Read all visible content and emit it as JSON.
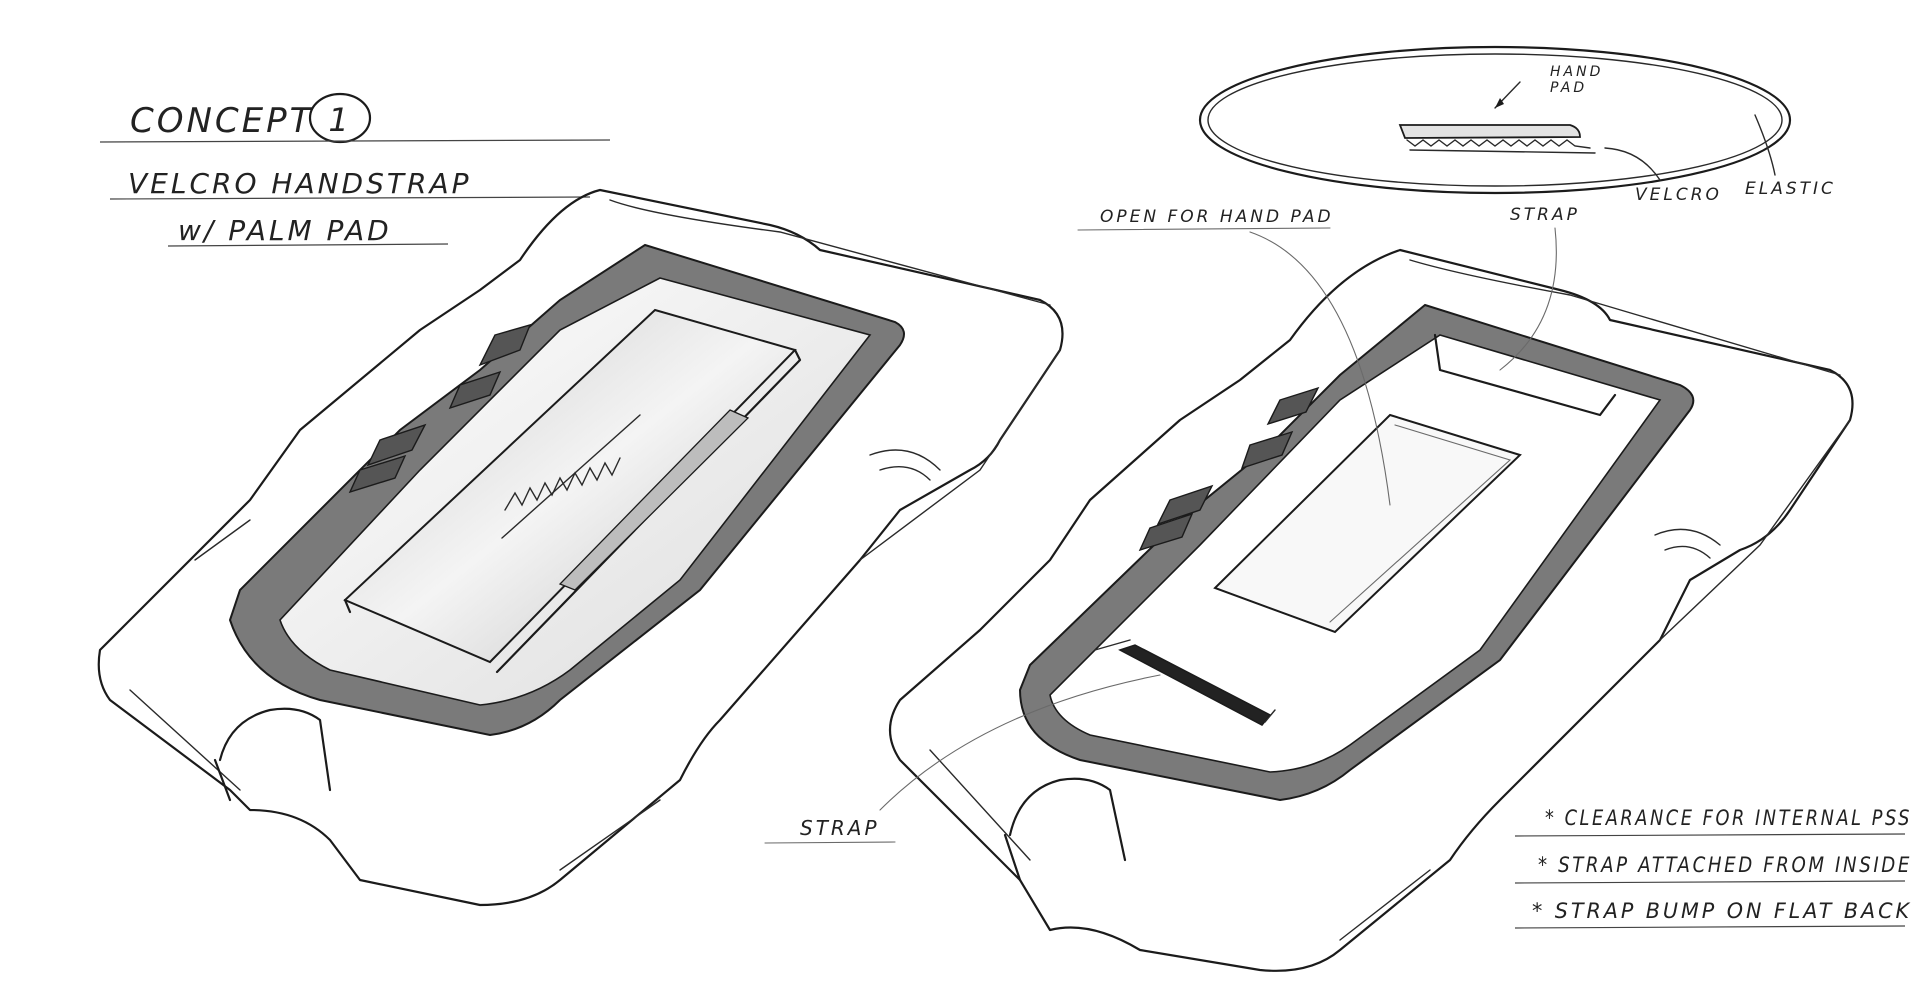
{
  "header": {
    "concept_word": "CONCEPT",
    "concept_number": "1",
    "subtitle_line1": "VELCRO HANDSTRAP",
    "subtitle_line2": "w/ PALM PAD"
  },
  "strap_section_labels": {
    "hand_pad_line1": "HAND",
    "hand_pad_line2": "PAD",
    "velcro": "VELCRO",
    "elastic": "ELASTIC"
  },
  "right_sketch_labels": {
    "open_for_hand_pad": "OPEN FOR HAND PAD",
    "strap_top": "STRAP",
    "strap_bottom": "STRAP"
  },
  "notes": [
    "* CLEARANCE FOR INTERNAL PSS",
    "* STRAP ATTACHED FROM INSIDE",
    "* STRAP BUMP ON FLAT BACK"
  ],
  "colors": {
    "ink": "#1b1b1b",
    "case_rim": "#7a7a7a",
    "strap_fill": "#d9d9d9",
    "paper": "#ffffff"
  }
}
